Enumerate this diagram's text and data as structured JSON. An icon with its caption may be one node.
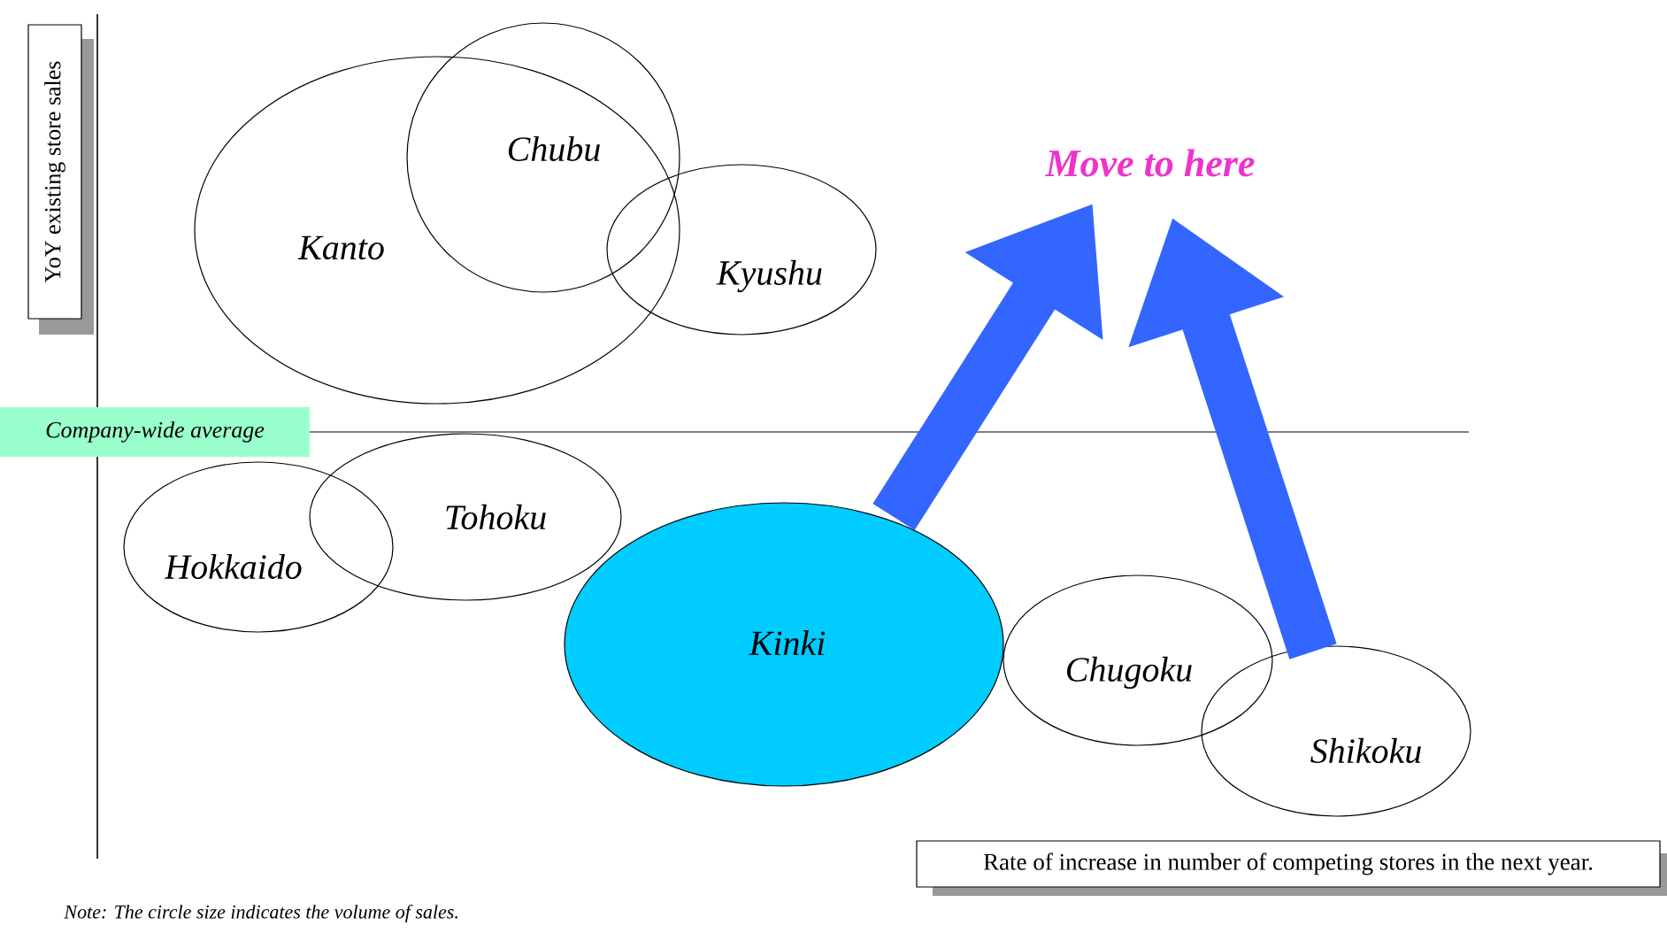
{
  "diagram": {
    "nodes": [
      {
        "text": [
          "Kanto"
        ]
      },
      {
        "text": [
          "Chubu"
        ]
      },
      {
        "text": [
          "Kyushu"
        ]
      },
      {
        "text": [
          "Hokkaido"
        ]
      },
      {
        "text": [
          "Tohoku"
        ]
      },
      {
        "text": [
          "Kinki"
        ]
      },
      {
        "text": [
          "Chugoku"
        ]
      },
      {
        "text": [
          "Shikoku"
        ]
      },
      {
        "text": [
          "Move to here"
        ]
      },
      {
        "text": [
          "YoY existing store sales"
        ]
      },
      {
        "text": [
          "Company-wide average"
        ]
      },
      {
        "text": [
          "Rate of increase in number of competing stores in the next year."
        ]
      }
    ],
    "edges": [
      {
        "from": 5,
        "to": 8,
        "arrow": "to"
      },
      {
        "from": 7,
        "to": 8,
        "arrow": "to"
      }
    ],
    "labels": [
      "Note: The circle size indicates the volume of sales."
    ]
  }
}
